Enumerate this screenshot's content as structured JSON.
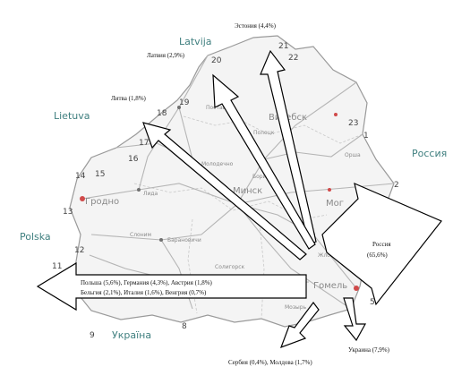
{
  "countries": {
    "latvija": "Latvija",
    "lietuva": "Lietuva",
    "polska": "Polska",
    "ukraina": "Україна",
    "rossiya": "Россия"
  },
  "cities": {
    "vitebsk": "Витебск",
    "minsk": "Минск",
    "grodno": "Гродно",
    "gomel": "Гомель",
    "mogilev": "Мог"
  },
  "towns": {
    "postavy": "Поставы",
    "polotsk": "Полоцк",
    "molodechno": "Молодечно",
    "lida": "Лида",
    "baranovichi": "Барановичи",
    "slonim": "Слоним",
    "borisov": "Борисов",
    "orsha": "Орша",
    "zhlobin": "Жлобин",
    "soligorsk": "Солигорск",
    "mozyr": "Мозырь"
  },
  "numbers": [
    "21",
    "22",
    "20",
    "19",
    "18",
    "17",
    "16",
    "15",
    "14",
    "13",
    "12",
    "11",
    "23",
    "1",
    "2",
    "5",
    "8",
    "9"
  ],
  "labels": {
    "estonia": "Эстония (4,4%)",
    "latvia": "Латвия (2,9%)",
    "lithuania": "Литва (1,8%)",
    "west_line1": "Польша (5,6%), Германия (4,3%), Австрия (1,8%)",
    "west_line2": "Бельгия (2,1%), Италия (1,6%), Венгрия (0,7%)",
    "russia_line1": "Россия",
    "russia_line2": "(65,6%)",
    "ukraine": "Украина (7,9%)",
    "serbia": "Сербия (0,4%), Молдова (1,7%)"
  },
  "colors": {
    "country_label": "#3f7f7f",
    "road": "#b0b0b0",
    "arrow_stroke": "#000000"
  }
}
